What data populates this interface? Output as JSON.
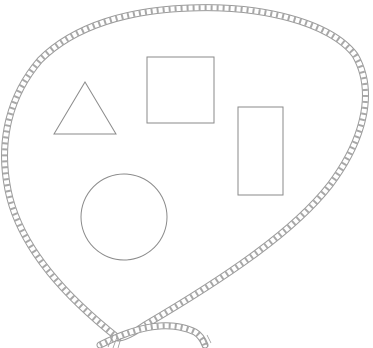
{
  "scene": {
    "lasso": {
      "name": "rope-lasso",
      "color": "#9a9a9a"
    },
    "shapes": [
      {
        "name": "triangle",
        "color": "#8a8a8a"
      },
      {
        "name": "square",
        "color": "#8a8a8a"
      },
      {
        "name": "rectangle",
        "color": "#8a8a8a"
      },
      {
        "name": "circle",
        "color": "#8a8a8a"
      }
    ]
  }
}
